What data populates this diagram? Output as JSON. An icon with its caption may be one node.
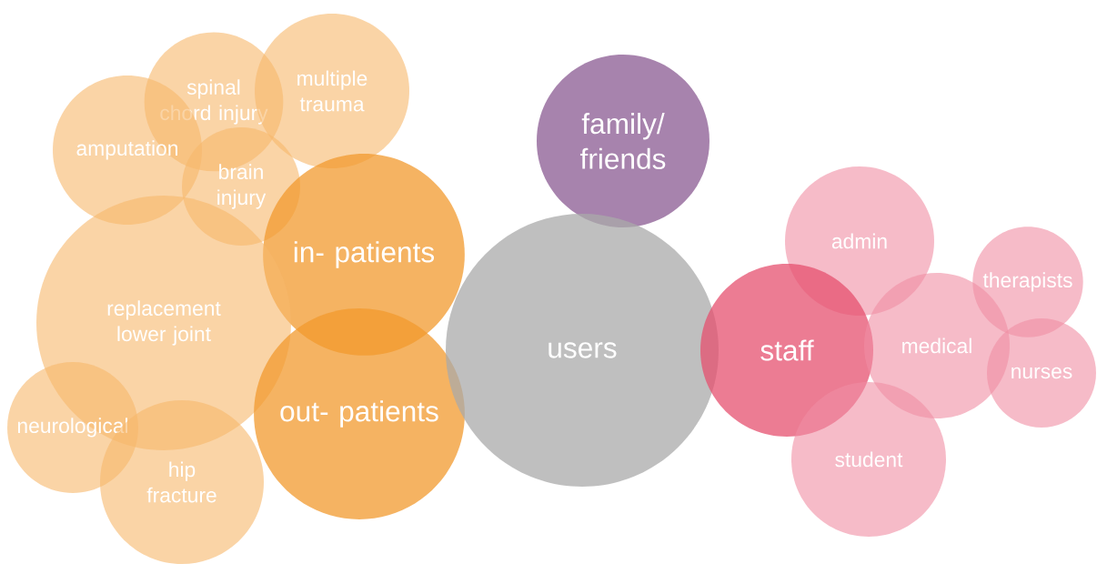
{
  "diagram": {
    "nodes": [
      {
        "text": [
          "spinal chord injury"
        ]
      },
      {
        "text": [
          "multiple trauma"
        ]
      },
      {
        "text": [
          "amputation"
        ]
      },
      {
        "text": [
          "brain injury"
        ]
      },
      {
        "text": [
          "in- patients"
        ]
      },
      {
        "text": [
          "replacement lower joint"
        ]
      },
      {
        "text": [
          "out- patients"
        ]
      },
      {
        "text": [
          "neurological"
        ]
      },
      {
        "text": [
          "hip fracture"
        ]
      },
      {
        "text": [
          "family/ friends"
        ]
      },
      {
        "text": [
          "users"
        ]
      },
      {
        "text": [
          "admin"
        ]
      },
      {
        "text": [
          "therapists"
        ]
      },
      {
        "text": [
          "staff"
        ]
      },
      {
        "text": [
          "medical"
        ]
      },
      {
        "text": [
          "nurses"
        ]
      },
      {
        "text": [
          "student"
        ]
      }
    ]
  }
}
